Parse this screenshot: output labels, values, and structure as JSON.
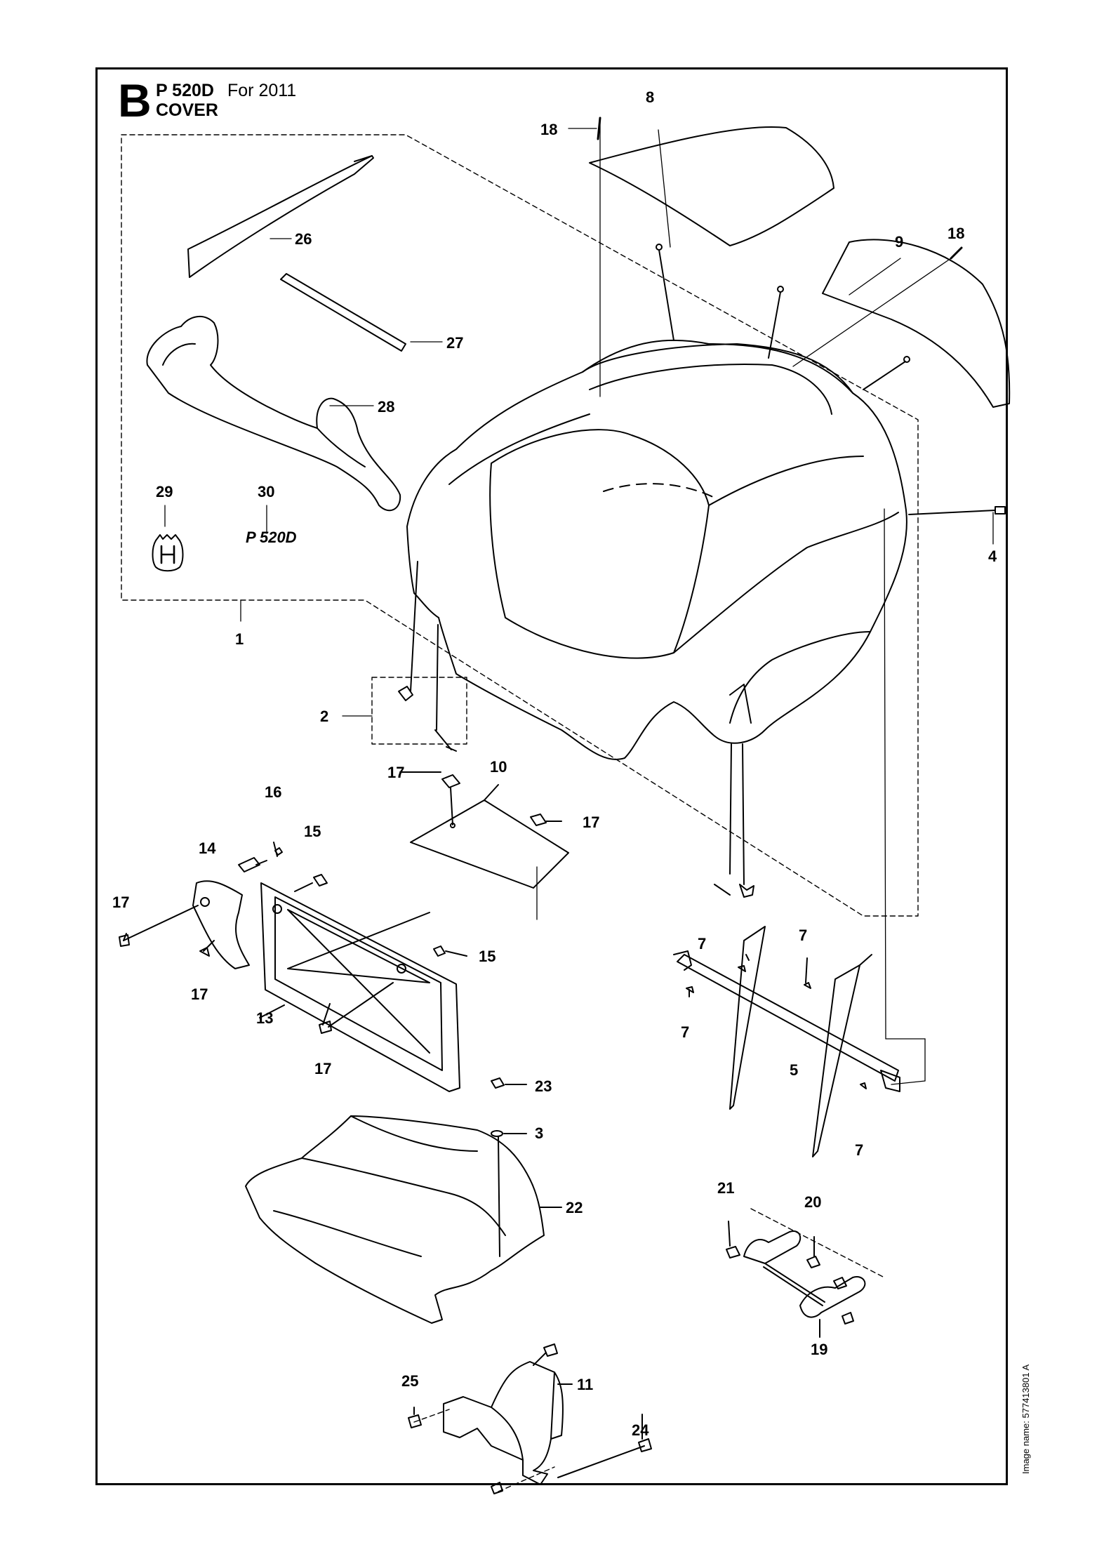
{
  "header": {
    "section_letter": "B",
    "model": "P 520D",
    "year_label": "For 2011",
    "title": "COVER"
  },
  "footer": {
    "image_name": "Image name: 577413801 A"
  },
  "decals": {
    "model_logo_text": "P 520D"
  },
  "callouts": [
    {
      "id": "c8",
      "label": "8"
    },
    {
      "id": "c18a",
      "label": "18"
    },
    {
      "id": "c18b",
      "label": "18"
    },
    {
      "id": "c9",
      "label": "9"
    },
    {
      "id": "c26",
      "label": "26"
    },
    {
      "id": "c27",
      "label": "27"
    },
    {
      "id": "c28",
      "label": "28"
    },
    {
      "id": "c29",
      "label": "29"
    },
    {
      "id": "c30",
      "label": "30"
    },
    {
      "id": "c1",
      "label": "1"
    },
    {
      "id": "c4",
      "label": "4"
    },
    {
      "id": "c2",
      "label": "2"
    },
    {
      "id": "c10",
      "label": "10"
    },
    {
      "id": "c17a",
      "label": "17"
    },
    {
      "id": "c17b",
      "label": "17"
    },
    {
      "id": "c16",
      "label": "16"
    },
    {
      "id": "c15a",
      "label": "15"
    },
    {
      "id": "c14",
      "label": "14"
    },
    {
      "id": "c17c",
      "label": "17"
    },
    {
      "id": "c17d",
      "label": "17"
    },
    {
      "id": "c15b",
      "label": "15"
    },
    {
      "id": "c13",
      "label": "13"
    },
    {
      "id": "c17e",
      "label": "17"
    },
    {
      "id": "c7a",
      "label": "7"
    },
    {
      "id": "c7b",
      "label": "7"
    },
    {
      "id": "c7c",
      "label": "7"
    },
    {
      "id": "c5",
      "label": "5"
    },
    {
      "id": "c7d",
      "label": "7"
    },
    {
      "id": "c23",
      "label": "23"
    },
    {
      "id": "c3",
      "label": "3"
    },
    {
      "id": "c22",
      "label": "22"
    },
    {
      "id": "c21",
      "label": "21"
    },
    {
      "id": "c20",
      "label": "20"
    },
    {
      "id": "c19",
      "label": "19"
    },
    {
      "id": "c25",
      "label": "25"
    },
    {
      "id": "c11",
      "label": "11"
    },
    {
      "id": "c24",
      "label": "24"
    }
  ]
}
